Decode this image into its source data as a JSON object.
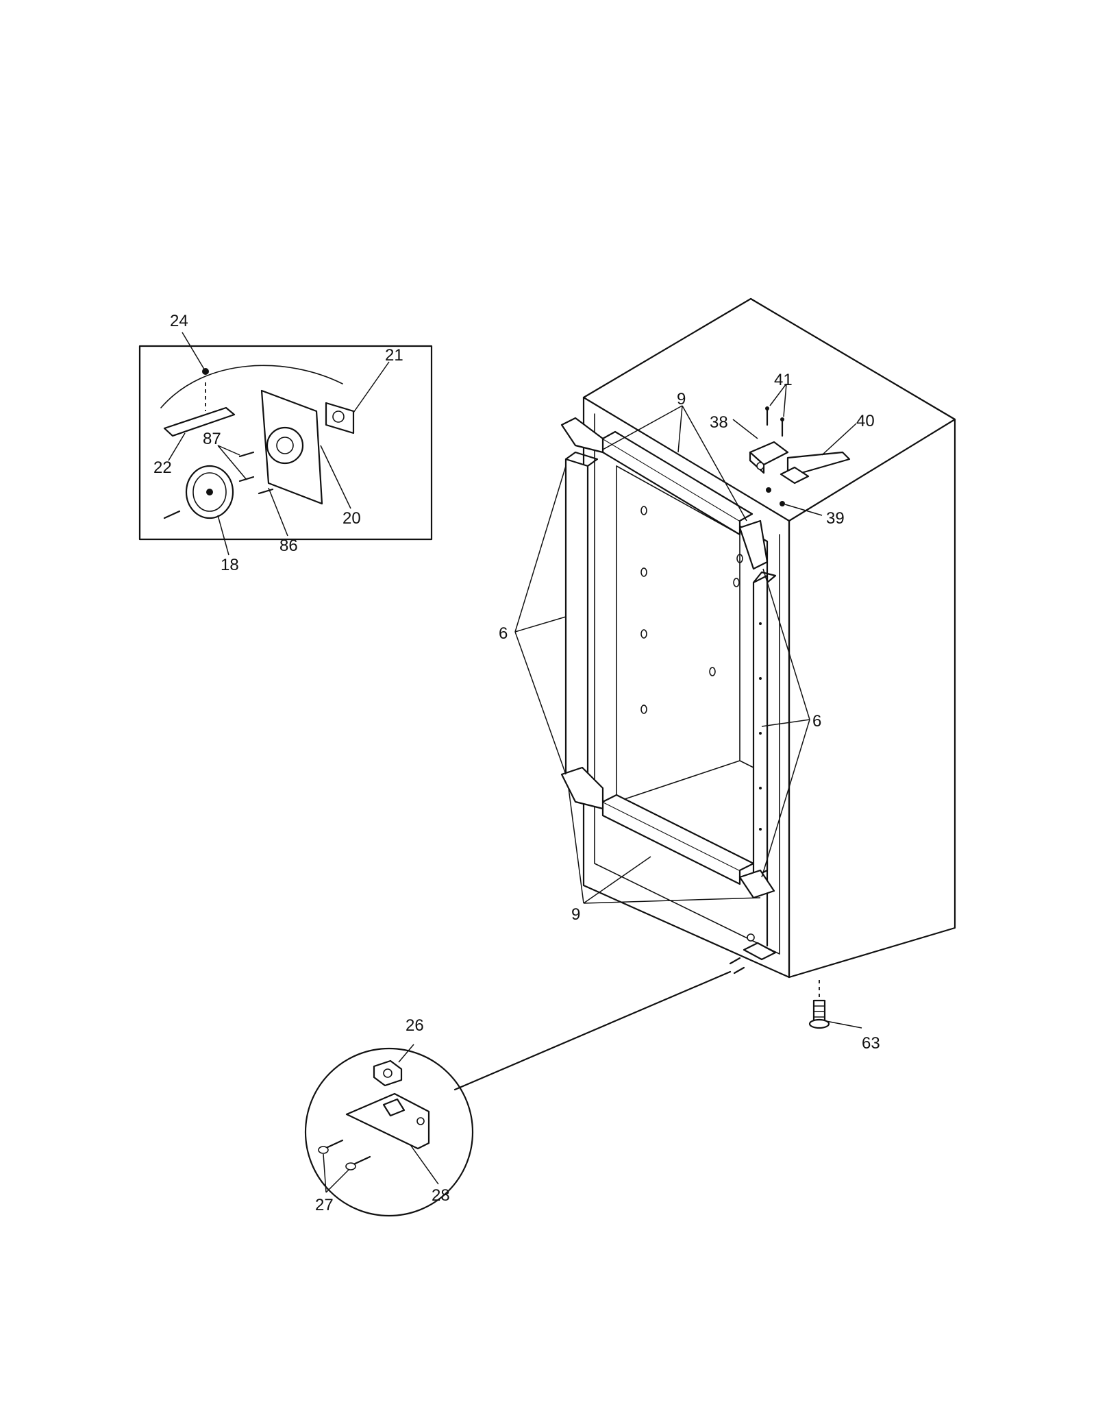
{
  "callouts": [
    {
      "key": "c24",
      "text": "24"
    },
    {
      "key": "c21",
      "text": "21"
    },
    {
      "key": "c87",
      "text": "87"
    },
    {
      "key": "c22",
      "text": "22"
    },
    {
      "key": "c20",
      "text": "20"
    },
    {
      "key": "c18",
      "text": "18"
    },
    {
      "key": "c86",
      "text": "86"
    },
    {
      "key": "c41",
      "text": "41"
    },
    {
      "key": "c9a",
      "text": "9"
    },
    {
      "key": "c38",
      "text": "38"
    },
    {
      "key": "c40",
      "text": "40"
    },
    {
      "key": "c39",
      "text": "39"
    },
    {
      "key": "c6a",
      "text": "6"
    },
    {
      "key": "c6b",
      "text": "6"
    },
    {
      "key": "c9b",
      "text": "9"
    },
    {
      "key": "c63",
      "text": "63"
    },
    {
      "key": "c26",
      "text": "26"
    },
    {
      "key": "c27",
      "text": "27"
    },
    {
      "key": "c28",
      "text": "28"
    }
  ]
}
